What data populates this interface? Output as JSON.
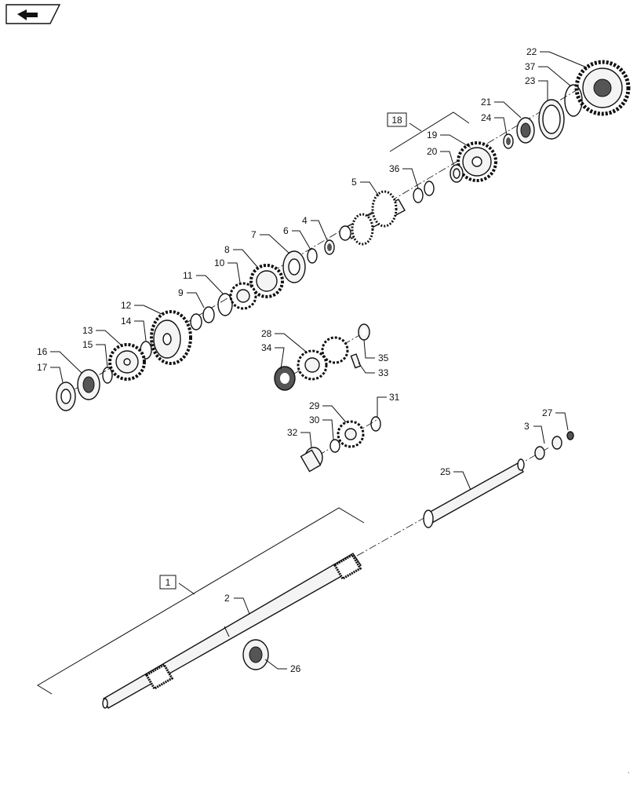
{
  "diagram": {
    "icon_name": "ref-book-icon",
    "group_labels": {
      "g18": "18",
      "g1": "1"
    },
    "callouts": {
      "c1": "2",
      "c2": "3",
      "c3": "4",
      "c4": "5",
      "c5": "6",
      "c6": "7",
      "c7": "8",
      "c8": "9",
      "c9": "10",
      "c10": "11",
      "c11": "12",
      "c12": "13",
      "c13": "14",
      "c14": "15",
      "c15": "16",
      "c16": "17",
      "c17": "19",
      "c18": "20",
      "c19": "21",
      "c20": "22",
      "c21": "23",
      "c22": "24",
      "c23": "25",
      "c24": "26",
      "c25": "27",
      "c26": "28",
      "c27": "29",
      "c28": "30",
      "c29": "31",
      "c30": "32",
      "c31": "33",
      "c32": "34",
      "c33": "35",
      "c34": "36",
      "c35": "37"
    },
    "colors": {
      "line": "#111111",
      "part_fill": "#f4f4f4",
      "part_dark": "#555555"
    }
  }
}
